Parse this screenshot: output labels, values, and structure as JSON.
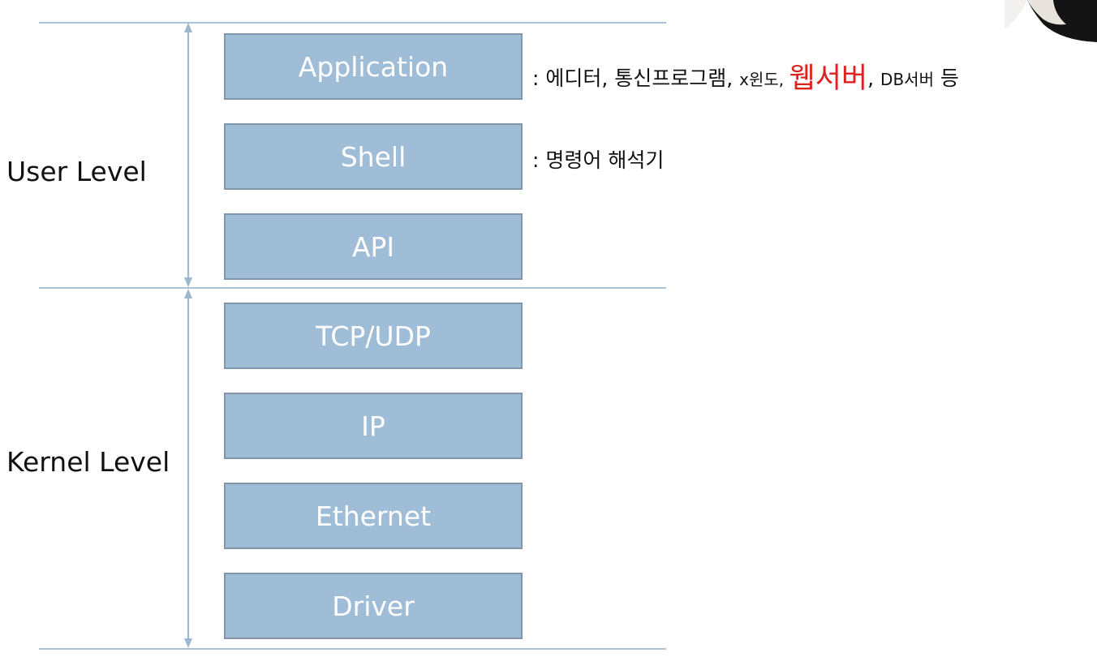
{
  "levels": {
    "user": "User Level",
    "kernel": "Kernel Level"
  },
  "layers": [
    "Application",
    "Shell",
    "API",
    "TCP/UDP",
    "IP",
    "Ethernet",
    "Driver"
  ],
  "notes": {
    "application": {
      "prefix": ": 에디터, 통신프로그램, ",
      "x_window": "x윈도, ",
      "highlight": "웹서버",
      "comma": ", ",
      "db": "DB서버",
      "suffix": " 등"
    },
    "shell": ": 명령어 해석기"
  },
  "colors": {
    "box_fill": "#a0bdd8",
    "box_border": "#8196a8",
    "box_text": "#ffffff",
    "lines": "#a9c3d9",
    "highlight": "#e0201e"
  }
}
